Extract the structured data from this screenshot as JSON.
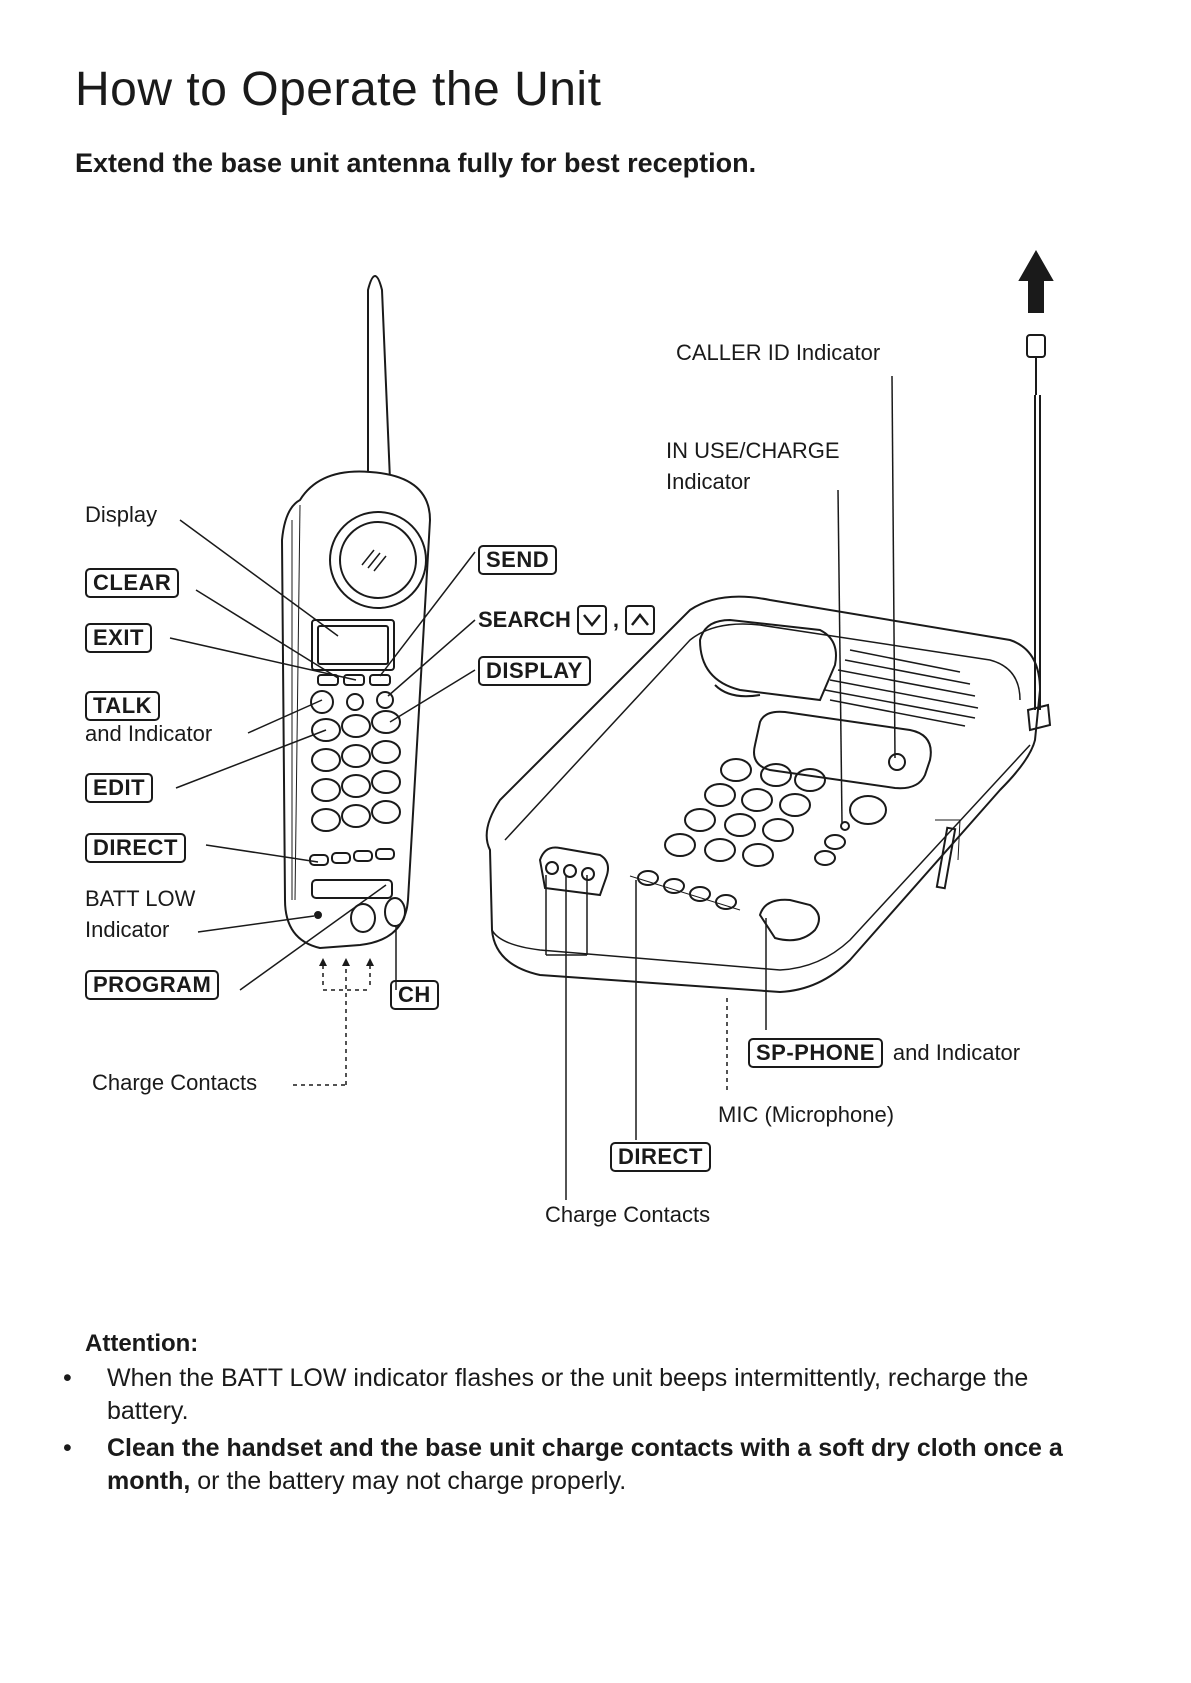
{
  "header": {
    "title": "How to Operate the Unit",
    "subtitle": "Extend the base unit antenna fully for best reception."
  },
  "handset_labels": {
    "display": "Display",
    "clear": "CLEAR",
    "exit": "EXIT",
    "talk": "TALK",
    "talk_sub": "and Indicator",
    "edit": "EDIT",
    "direct": "DIRECT",
    "batt_low_1": "BATT LOW",
    "batt_low_2": "Indicator",
    "program": "PROGRAM",
    "ch": "CH",
    "charge_contacts": "Charge Contacts",
    "send": "SEND",
    "search": "SEARCH",
    "display_key": "DISPLAY"
  },
  "base_labels": {
    "caller_id": "CALLER ID Indicator",
    "in_use_1": "IN USE/CHARGE",
    "in_use_2": "Indicator",
    "sp_phone": "SP-PHONE",
    "sp_phone_sub": "and Indicator",
    "mic": "MIC (Microphone)",
    "direct": "DIRECT",
    "charge_contacts": "Charge Contacts"
  },
  "icons": [
    "search-down-icon",
    "search-up-icon",
    "antenna-extend-arrow-icon"
  ],
  "attention": {
    "heading": "Attention:",
    "bullet1": "When the BATT LOW indicator flashes or the unit beeps intermittently, recharge the battery.",
    "bullet2_bold": "Clean the handset and the base unit charge contacts with a soft dry cloth once a month,",
    "bullet2_rest": " or the battery may not charge properly."
  }
}
